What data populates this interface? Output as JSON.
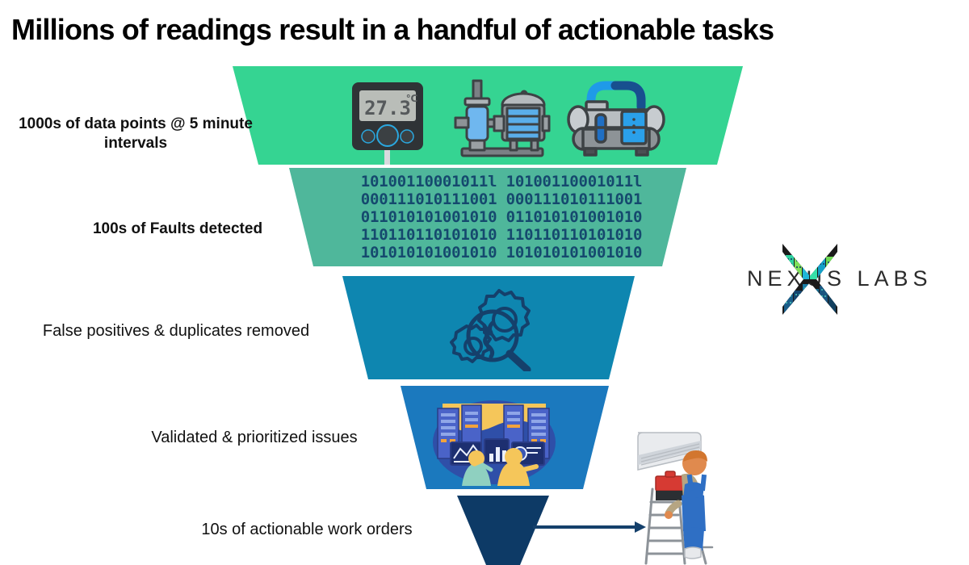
{
  "title": "Millions of readings result in a handful of actionable tasks",
  "funnel": {
    "type": "funnel",
    "stages": [
      {
        "label": "1000s of data points @ 5 minute intervals",
        "color": "#35d492",
        "order": 1
      },
      {
        "label": "100s of Faults detected",
        "color": "#4fb79b",
        "order": 2
      },
      {
        "label": "False positives & duplicates removed",
        "color": "#0e86b0",
        "order": 3
      },
      {
        "label": "Validated & prioritized issues",
        "color": "#1b79be",
        "order": 4
      },
      {
        "label": "10s of actionable work orders",
        "color": "#0d3a66",
        "order": 5
      }
    ]
  },
  "binary_rows": [
    "10100110001011l 10100110001011l",
    "000111010111001 000111010111001",
    "011010101001010 011010101001010",
    "110110110101010 110110110101010",
    "101010101001010 101010101001010"
  ],
  "sensor": {
    "reading": "27.3",
    "unit": "℃"
  },
  "logo": {
    "text": "NEXUS LABS",
    "mark_name": "nexus-x-skyline-mark"
  },
  "icons": {
    "thermometer": "digital-thermometer-icon",
    "pump": "pump-motor-icon",
    "compressor": "air-compressor-icon",
    "gears_magnifier": "gears-magnifier-icon",
    "data_center": "data-center-operators-illustration",
    "technician": "technician-on-ladder-illustration",
    "arrow": "right-arrow-icon"
  },
  "colors": {
    "band1": "#35d492",
    "band2": "#4fb79b",
    "band3": "#0e86b0",
    "band4": "#1b79be",
    "band5": "#0d3a66",
    "navy_ink": "#15496E",
    "title": "#000000"
  }
}
